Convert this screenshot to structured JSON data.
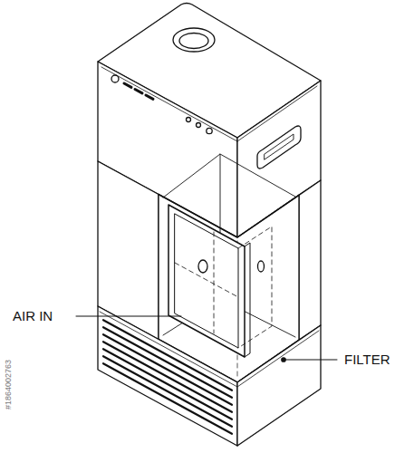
{
  "diagram": {
    "labels": [
      "AIR IN",
      "FILTER",
      "#1864002763"
    ]
  }
}
